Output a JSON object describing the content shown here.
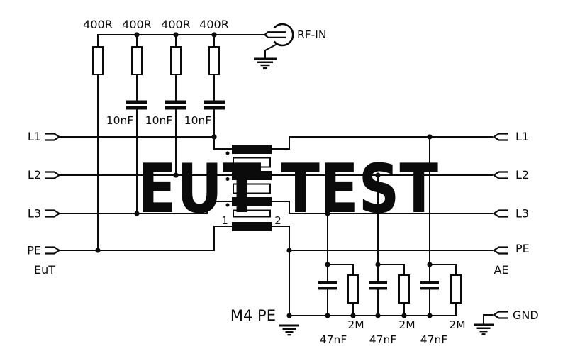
{
  "watermark": {
    "text": "EUT TEST",
    "color": "#b9d3e8"
  },
  "colors": {
    "line": "#0b0b0b",
    "background": "#ffffff"
  },
  "rf_input": {
    "label": "RF-IN"
  },
  "top_resistors": {
    "labels": [
      "400R",
      "400R",
      "400R",
      "400R"
    ]
  },
  "coupling_caps": {
    "labels": [
      "10nF",
      "10nF",
      "10nF"
    ]
  },
  "eut_port": {
    "name": "EuT",
    "lines": [
      "L1",
      "L2",
      "L3",
      "PE"
    ]
  },
  "ae_port": {
    "name": "AE",
    "lines": [
      "L1",
      "L2",
      "L3",
      "PE"
    ]
  },
  "transformer": {
    "pin1": "1",
    "pin2": "2"
  },
  "pe_stud": {
    "label": "M4 PE"
  },
  "bottom_caps": {
    "labels": [
      "47nF",
      "47nF",
      "47nF"
    ]
  },
  "bleed_resistors": {
    "labels": [
      "2M",
      "2M",
      "2M"
    ]
  },
  "gnd_port": {
    "label": "GND"
  }
}
